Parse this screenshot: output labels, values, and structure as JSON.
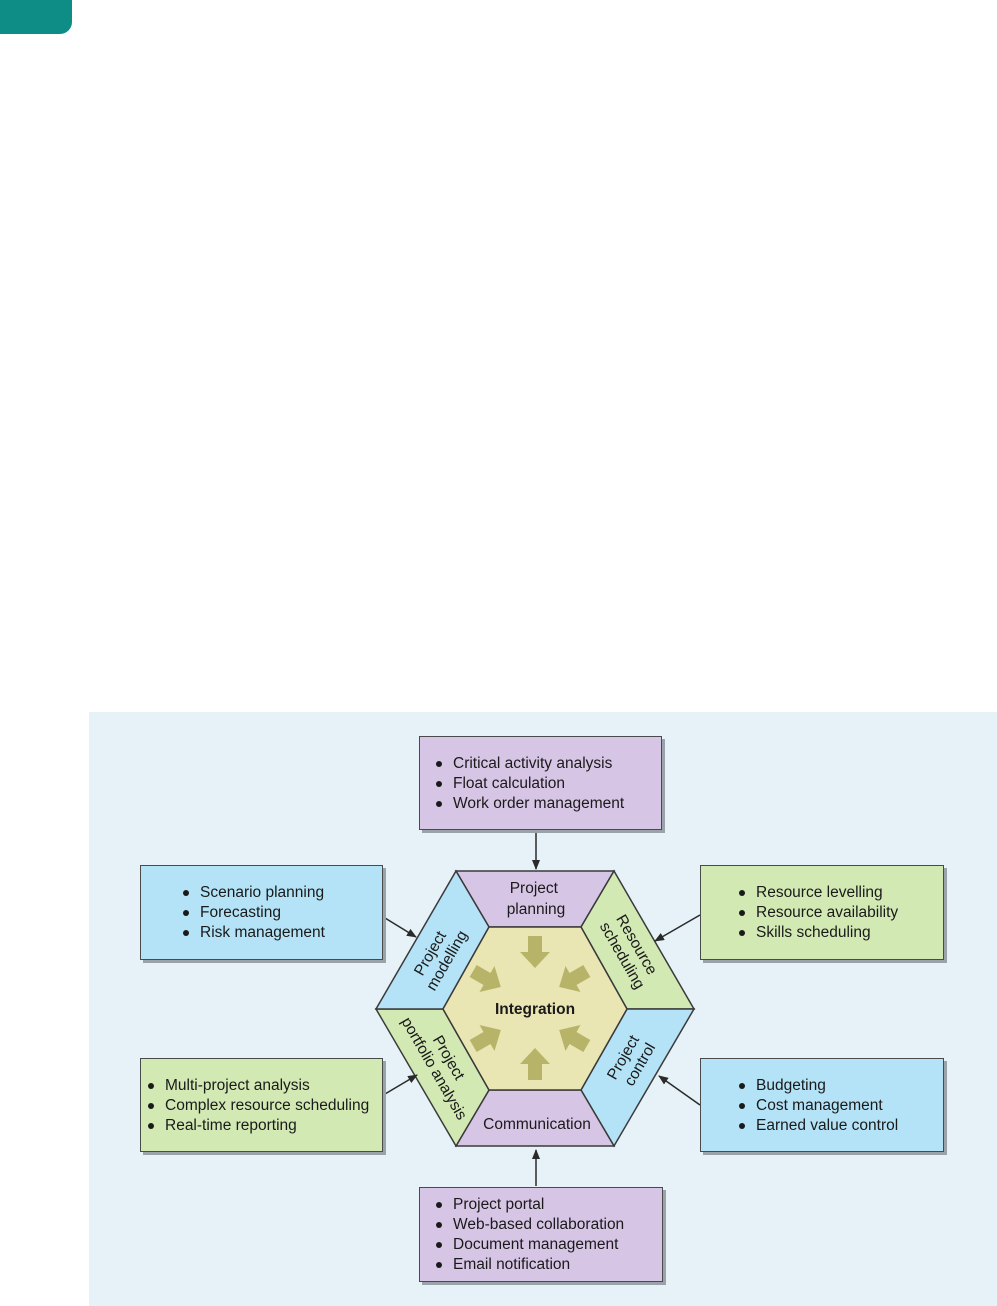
{
  "diagram": {
    "core_label": "Integration",
    "segments": {
      "top": [
        "Project",
        "planning"
      ],
      "upper_right": [
        "Resource",
        "scheduling"
      ],
      "lower_right": [
        "Project",
        "control"
      ],
      "bottom": [
        "Communication"
      ],
      "lower_left": [
        "Project",
        "portfolio analysis"
      ],
      "upper_left": [
        "Project",
        "modelling"
      ]
    },
    "boxes": {
      "top": [
        "Critical activity analysis",
        "Float calculation",
        "Work order management"
      ],
      "upper_left": [
        "Scenario planning",
        "Forecasting",
        "Risk management"
      ],
      "upper_right": [
        "Resource levelling",
        "Resource availability",
        "Skills scheduling"
      ],
      "lower_left": [
        "Multi-project analysis",
        "Complex resource scheduling",
        "Real-time reporting"
      ],
      "lower_right": [
        "Budgeting",
        "Cost management",
        "Earned value control"
      ],
      "bottom": [
        "Project portal",
        "Web-based collaboration",
        "Document management",
        "Email notification"
      ]
    },
    "colors": {
      "background": "#e6f1f8",
      "purple": "#d7c5e6",
      "blue": "#b4e2f6",
      "green": "#d2e9b4",
      "core": "#e9e6b4",
      "arrow": "#b7b46a",
      "accent_tab": "#0e8c86"
    }
  }
}
